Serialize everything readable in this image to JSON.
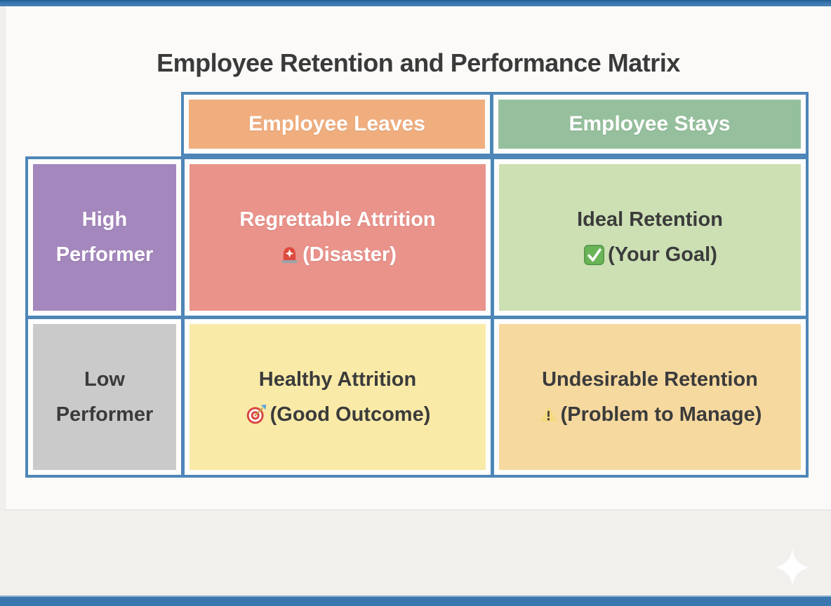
{
  "slide": {
    "title": "Employee Retention and Performance Matrix"
  },
  "matrix": {
    "column_headers": [
      {
        "label": "Employee Leaves"
      },
      {
        "label": "Employee Stays"
      }
    ],
    "row_headers": [
      {
        "label": "High Performer"
      },
      {
        "label": "Low Performer"
      }
    ],
    "cells": [
      {
        "row": "High Performer",
        "column": "Employee Leaves",
        "name": "Regrettable Attrition",
        "icon": "siren-icon",
        "annotation": "(Disaster)"
      },
      {
        "row": "High Performer",
        "column": "Employee Stays",
        "name": "Ideal Retention",
        "icon": "check-mark-icon",
        "annotation": "(Your Goal)"
      },
      {
        "row": "Low Performer",
        "column": "Employee Leaves",
        "name": "Healthy Attrition",
        "icon": "target-icon",
        "annotation": "(Good Outcome)"
      },
      {
        "row": "Low Performer",
        "column": "Employee Stays",
        "name": "Undesirable Retention",
        "icon": "warning-icon",
        "annotation": "(Problem to Manage)"
      }
    ]
  },
  "palette": {
    "accent_bar_blue": "#3A76AE",
    "grid_border_blue": "#4E86B8",
    "header_leaves_orange": "#F0AE7F",
    "header_stays_green": "#96C09D",
    "high_performer_purple": "#A487BC",
    "low_performer_gray": "#CBCACA",
    "regrettable_red": "#E9938B",
    "ideal_green": "#CCE0B4",
    "healthy_yellow": "#F9EAA8",
    "undesirable_orange": "#F6D99F",
    "title_text": "#3A3A3A",
    "slide_background": "#FBFAF8",
    "page_background": "#F1F0ED"
  }
}
